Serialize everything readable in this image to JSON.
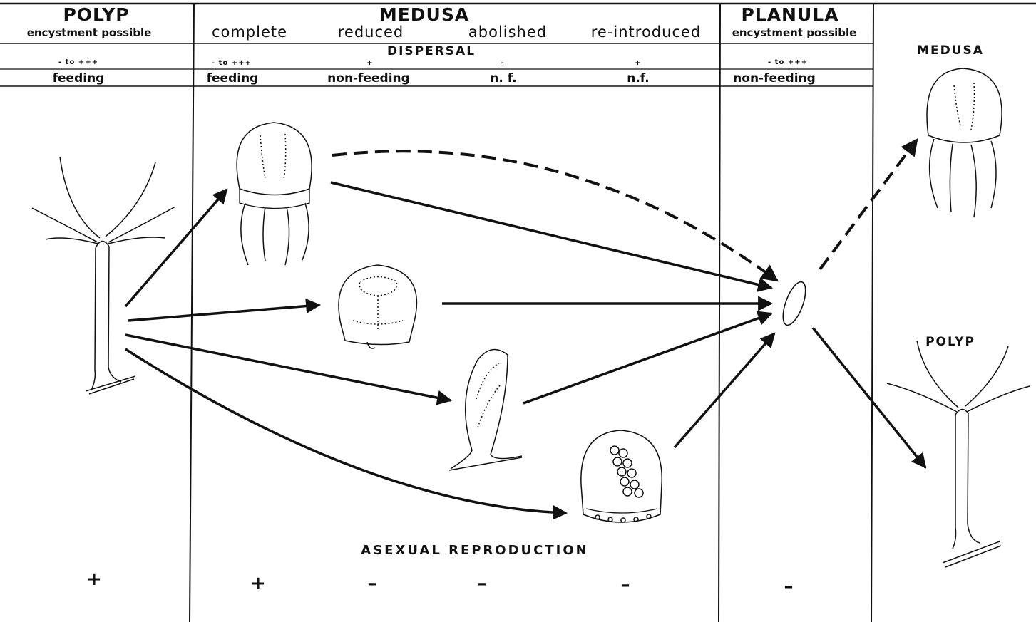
{
  "header": {
    "polyp": {
      "title": "POLYP",
      "subtitle": "encystment possible",
      "dispersal": "- to +++",
      "feeding": "feeding"
    },
    "medusa": {
      "title": "MEDUSA",
      "dispersal_label": "DISPERSAL",
      "columns": [
        {
          "label": "complete",
          "dispersal": "- to +++",
          "feeding": "feeding"
        },
        {
          "label": "reduced",
          "dispersal": "+",
          "feeding": "non-feeding"
        },
        {
          "label": "abolished",
          "dispersal": "-",
          "feeding": "n. f."
        },
        {
          "label": "re-introduced",
          "dispersal": "+",
          "feeding": "n.f."
        }
      ]
    },
    "planula": {
      "title": "PLANULA",
      "subtitle": "encystment possible",
      "dispersal": "- to +++",
      "feeding": "non-feeding"
    }
  },
  "side_labels": {
    "medusa": "MEDUSA",
    "polyp": "POLYP"
  },
  "asexual_reproduction": {
    "label": "ASEXUAL REPRODUCTION",
    "values": [
      "+",
      "+",
      "–",
      "–",
      "–",
      "–"
    ]
  },
  "colors": {
    "ink": "#111111",
    "paper": "#ffffff"
  }
}
